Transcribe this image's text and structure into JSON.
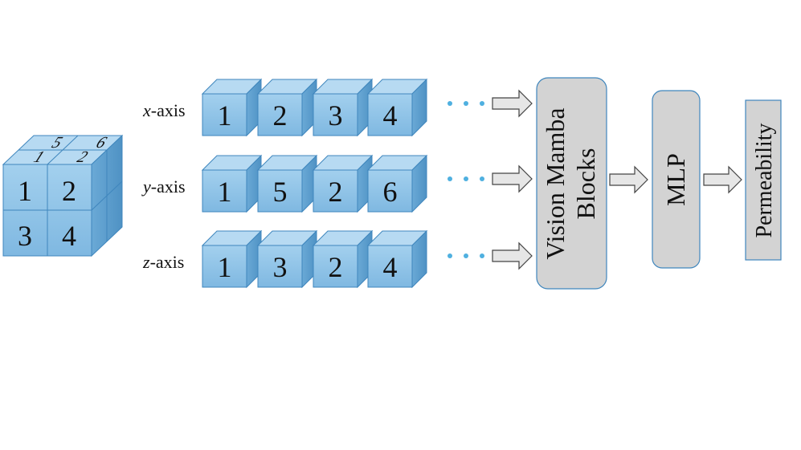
{
  "source_cube": {
    "front_numbers": [
      "1",
      "2",
      "3",
      "4"
    ],
    "back_numbers": [
      "5",
      "6"
    ],
    "top_numbers": [
      "1",
      "2"
    ]
  },
  "sequences": [
    {
      "axis_var": "x",
      "axis_suffix": "-axis",
      "patches": [
        "1",
        "2",
        "3",
        "4"
      ]
    },
    {
      "axis_var": "y",
      "axis_suffix": "-axis",
      "patches": [
        "1",
        "5",
        "2",
        "6"
      ]
    },
    {
      "axis_var": "z",
      "axis_suffix": "-axis",
      "patches": [
        "1",
        "3",
        "2",
        "4"
      ]
    }
  ],
  "blocks": {
    "mamba_line1": "Vision Mamba",
    "mamba_line2": "Blocks",
    "mlp": "MLP",
    "output": "Permeability"
  },
  "colors": {
    "cube_front": "#8dc3e8",
    "cube_top": "#b7daf2",
    "cube_side": "#5f9fcf",
    "cube_edge": "#3f86bd",
    "dots": "#4fb0e0",
    "block_fill": "#d3d3d3",
    "arrow_fill": "#e6e6e6"
  }
}
